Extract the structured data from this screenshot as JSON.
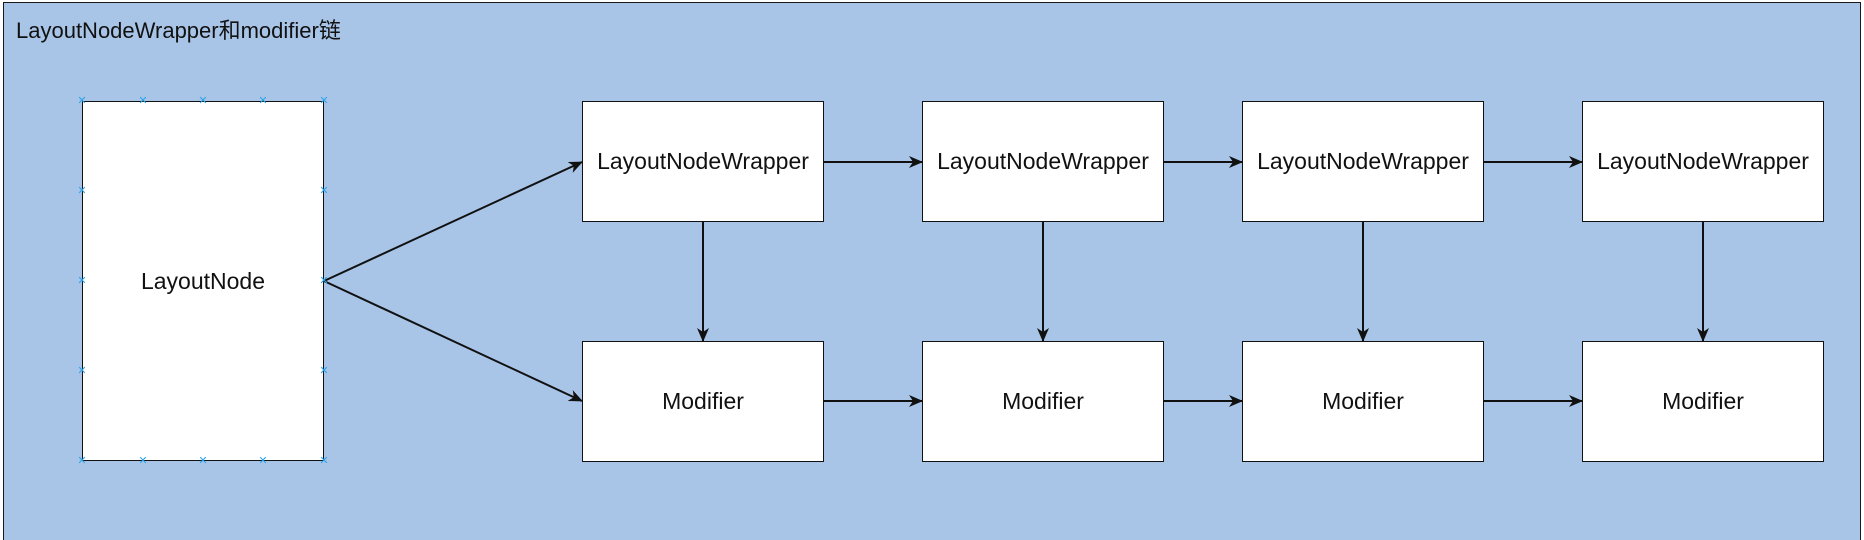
{
  "container": {
    "title": "LayoutNodeWrapper和modifier链"
  },
  "layout_node": {
    "label": "LayoutNode",
    "handle_icon": "selection-handle-icon"
  },
  "wrappers": [
    {
      "label": "LayoutNodeWrapper"
    },
    {
      "label": "LayoutNodeWrapper"
    },
    {
      "label": "LayoutNodeWrapper"
    },
    {
      "label": "LayoutNodeWrapper"
    }
  ],
  "modifiers": [
    {
      "label": "Modifier"
    },
    {
      "label": "Modifier"
    },
    {
      "label": "Modifier"
    },
    {
      "label": "Modifier"
    }
  ],
  "colors": {
    "background": "#a8c5e8",
    "node_fill": "#ffffff",
    "stroke": "#111111",
    "handle": "#2aa3e8"
  }
}
